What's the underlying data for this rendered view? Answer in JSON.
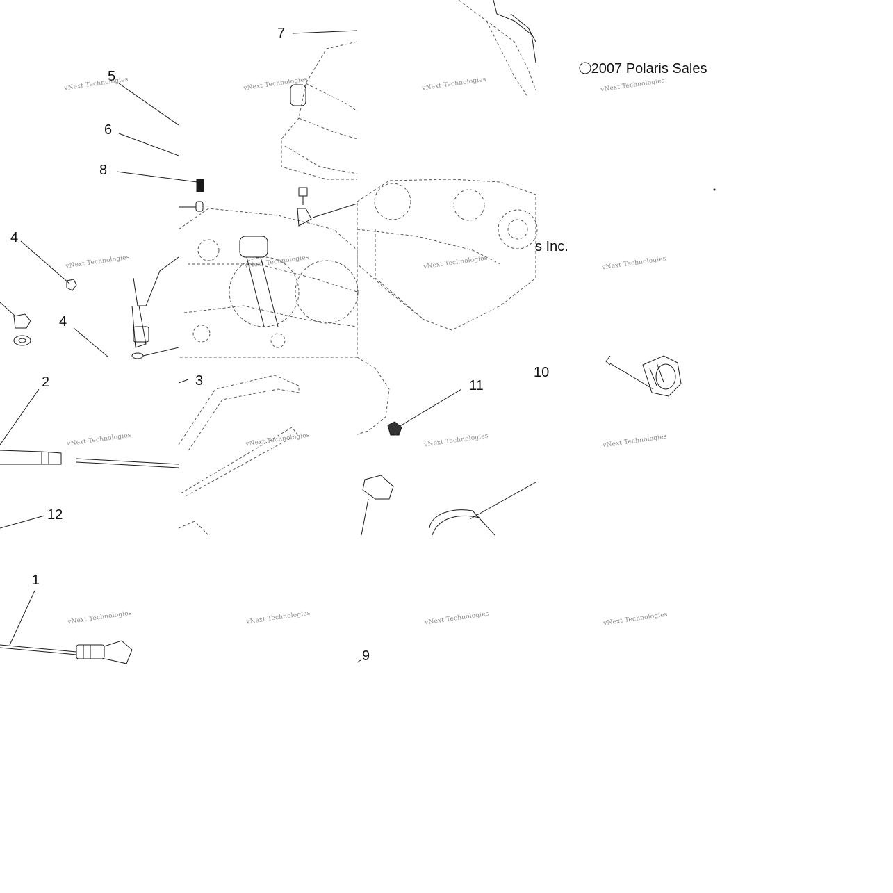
{
  "copyright": {
    "line1": "© 2007 Polaris Sales",
    "line2_fragment": "s Inc."
  },
  "watermark": "vNext Technologies",
  "callouts": [
    "1",
    "2",
    "3",
    "4",
    "4",
    "5",
    "6",
    "7",
    "8",
    "9",
    "10",
    "11",
    "12"
  ],
  "colors": {
    "line": "#1a1a1a",
    "dashed": "#555555",
    "background": "#ffffff"
  }
}
